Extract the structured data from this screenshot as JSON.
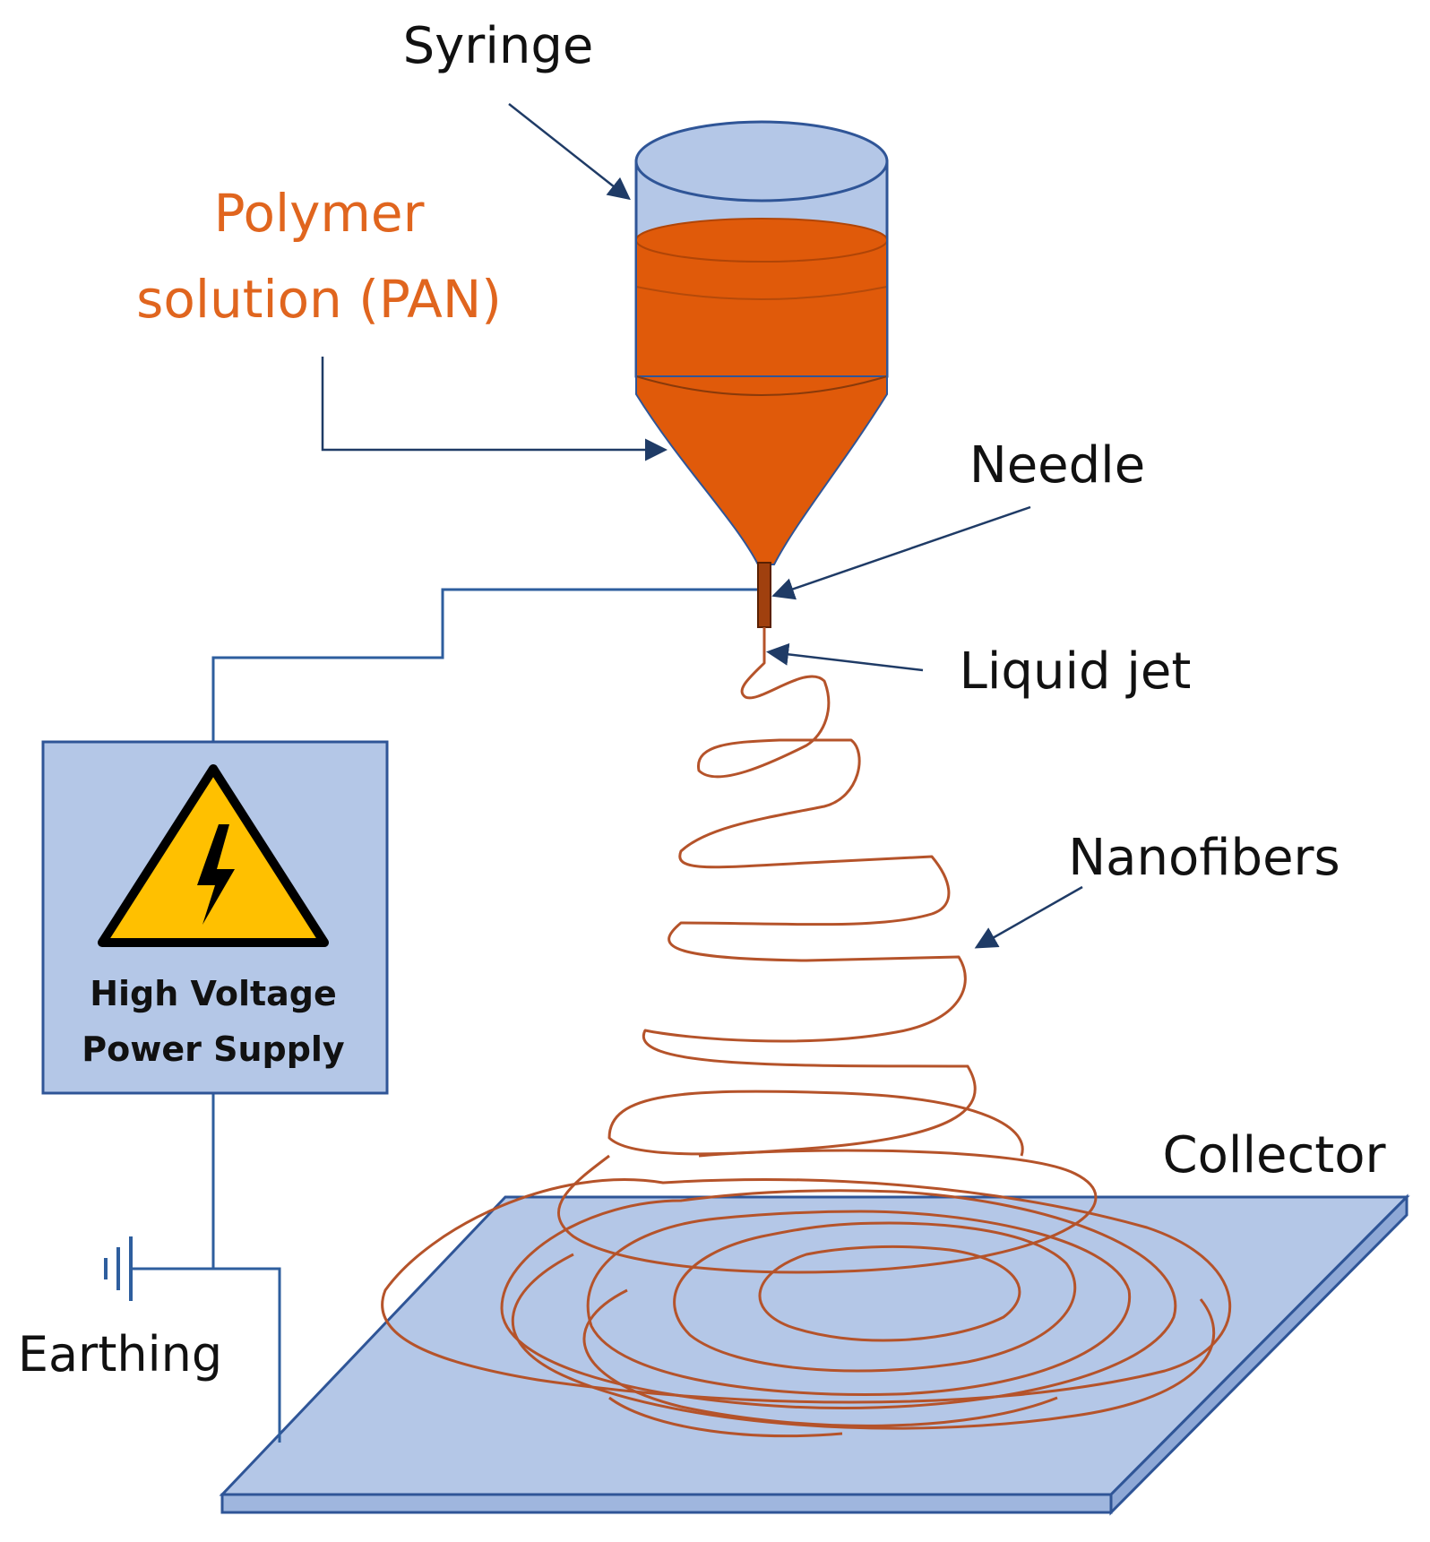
{
  "labels": {
    "syringe": "Syringe",
    "polymer_line1": "Polymer",
    "polymer_line2": "solution (PAN)",
    "needle": "Needle",
    "liquid_jet": "Liquid jet",
    "nanofibers": "Nanofibers",
    "collector": "Collector",
    "earthing": "Earthing",
    "power_line1": "High Voltage",
    "power_line2": "Power Supply"
  },
  "colors": {
    "polymer": "#E05A0A",
    "fiber": "#B5532A",
    "label_text": "#111111",
    "polymer_text": "#E0651E",
    "wire": "#2E5E9E",
    "arrow": "#1F3B66",
    "box_fill": "#B4C7E7",
    "box_stroke": "#2F5597",
    "warning_yellow": "#FFC000"
  },
  "icons": {
    "warning": "high-voltage-warning-icon",
    "ground": "ground-symbol-icon"
  }
}
